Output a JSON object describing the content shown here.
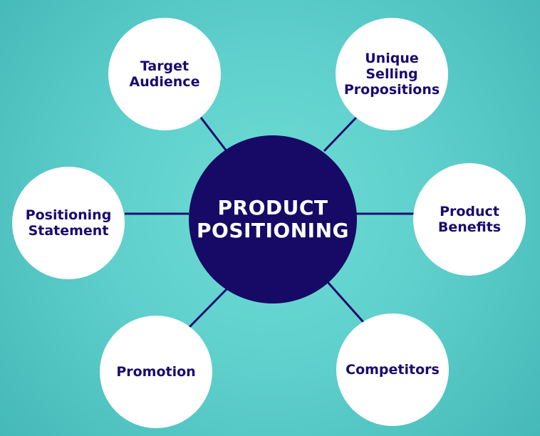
{
  "colors": {
    "background": "#5fd0cc",
    "hub_fill": "#160a66",
    "hub_text": "#ffffff",
    "node_fill": "#ffffff",
    "node_text": "#1a0a6e",
    "connector": "#1a0a6e"
  },
  "hub": {
    "label": "PRODUCT\nPOSITIONING"
  },
  "nodes": {
    "target_audience": "Target\nAudience",
    "unique_selling_propositions": "Unique\nSelling\nPropositions",
    "positioning_statement": "Positioning\nStatement",
    "product_benefits": "Product\nBenefits",
    "promotion": "Promotion",
    "competitors": "Competitors"
  }
}
